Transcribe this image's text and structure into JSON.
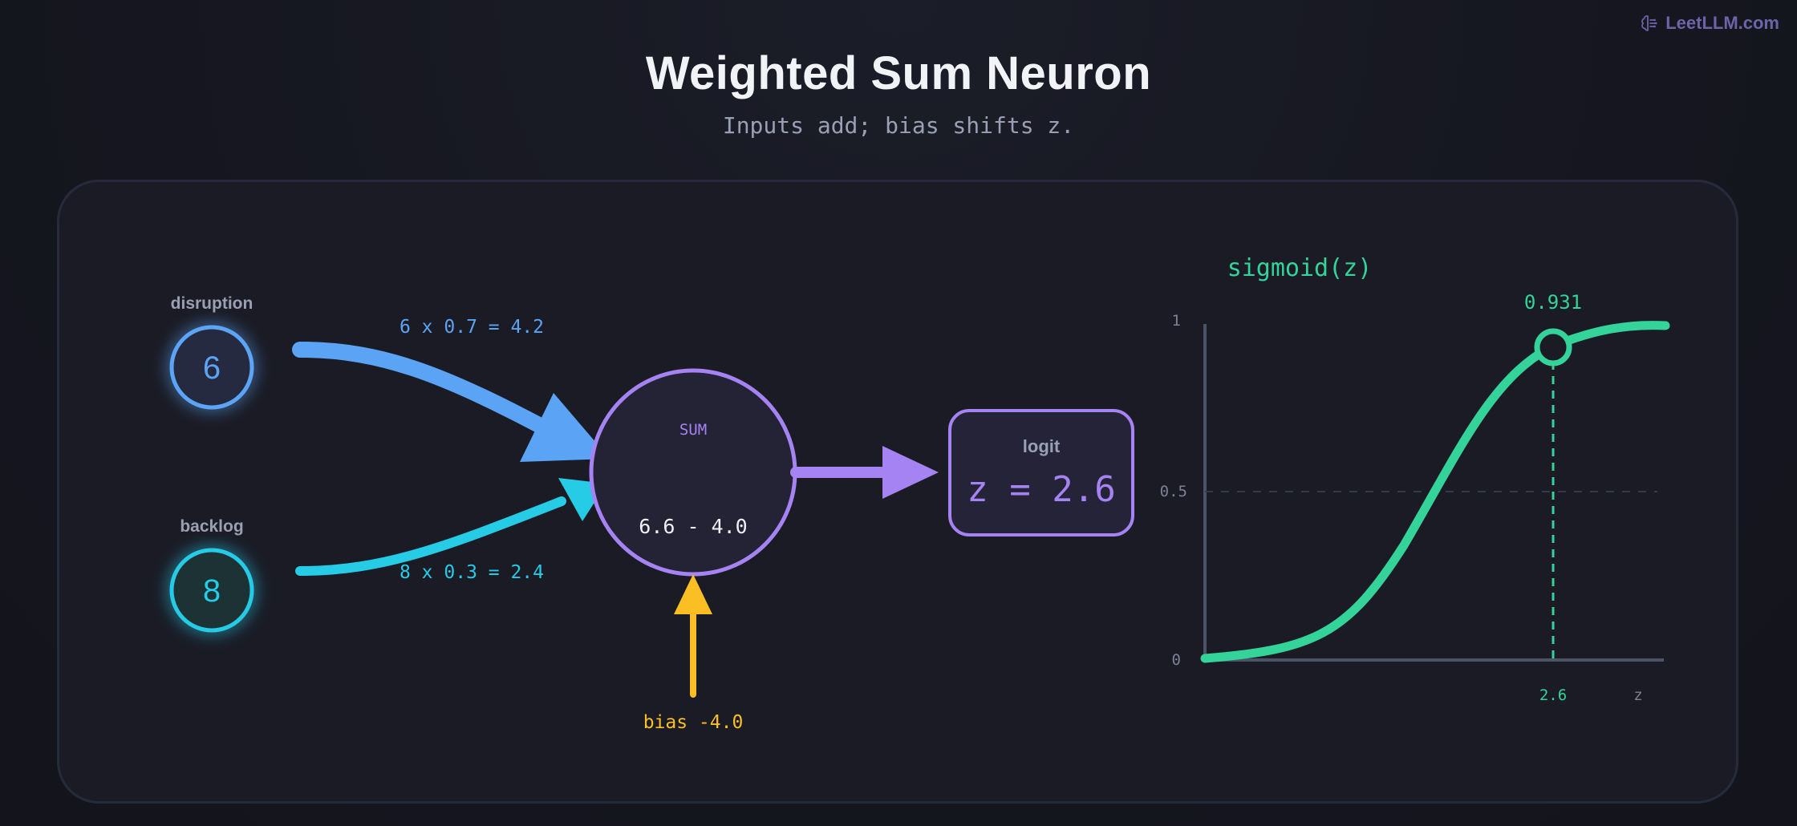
{
  "brand": {
    "name": "LeetLLM.com"
  },
  "header": {
    "title": "Weighted Sum Neuron",
    "subtitle": "Inputs add; bias shifts z."
  },
  "inputs": [
    {
      "label": "disruption",
      "value": "6",
      "contribution": "6 x 0.7 = 4.2",
      "color": "#5ba4f5"
    },
    {
      "label": "backlog",
      "value": "8",
      "contribution": "8 x 0.3 = 2.4",
      "color": "#26cbe6"
    }
  ],
  "sum": {
    "label": "SUM",
    "expression": "6.6 - 4.0",
    "color": "#a683f2"
  },
  "bias": {
    "label": "bias -4.0",
    "color": "#fbbf24"
  },
  "logit": {
    "label": "logit",
    "value": "z = 2.6",
    "color": "#a683f2"
  },
  "sigmoid": {
    "title": "sigmoid(z)",
    "y_ticks": [
      "1",
      "0.5",
      "0"
    ],
    "x_marker": "2.6",
    "x_axis": "z",
    "point_value": "0.931",
    "color": "#34d399"
  }
}
